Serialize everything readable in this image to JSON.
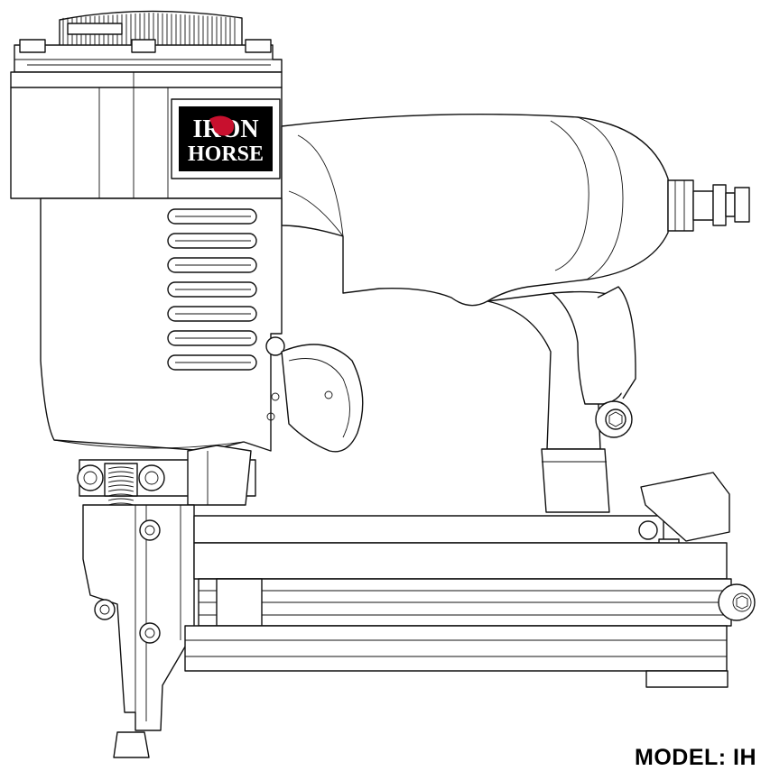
{
  "logo": {
    "line1": "IRON",
    "line2": "HORSE",
    "background_color": "#000000",
    "text_color": "#ffffff",
    "accent_color": "#c8102e"
  },
  "model_label": "MODEL: IH",
  "line_color": "#111111",
  "page_background": "#ffffff"
}
